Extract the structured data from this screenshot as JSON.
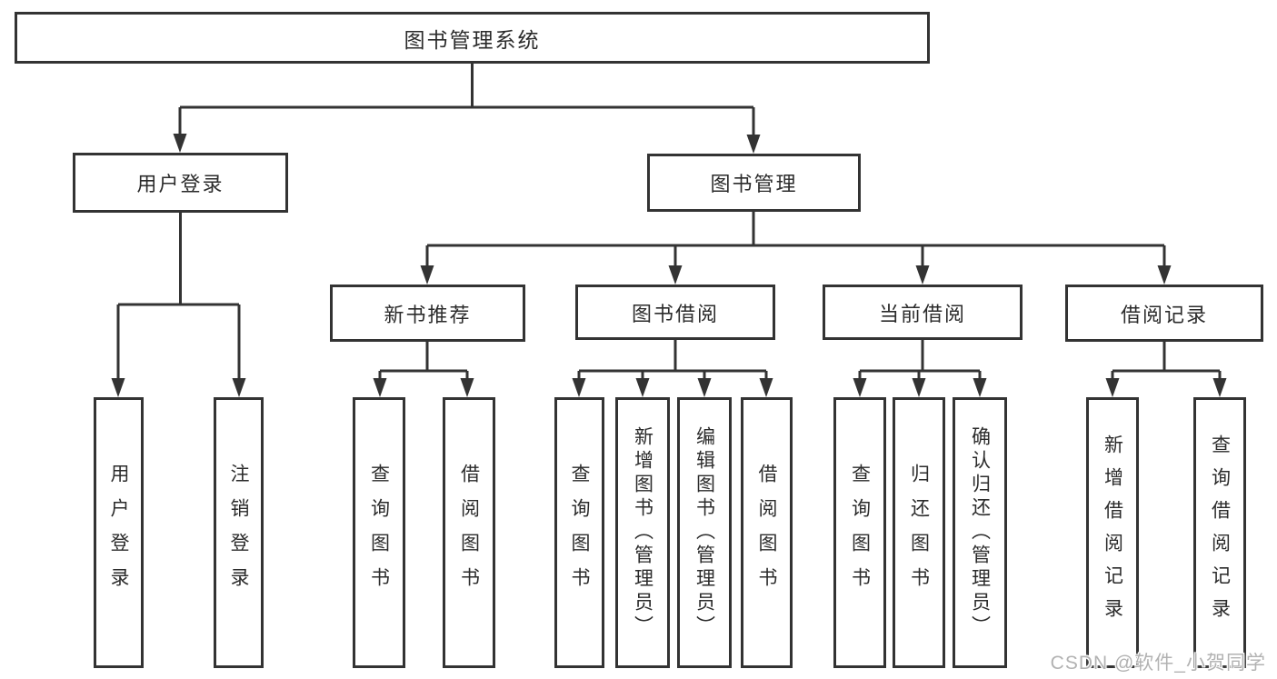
{
  "diagram_title": "图书管理系统",
  "nodes": {
    "root": {
      "label": "图书管理系统"
    },
    "user_login": {
      "label": "用户登录"
    },
    "book_mgmt": {
      "label": "图书管理"
    },
    "new_book_rec": {
      "label": "新书推荐"
    },
    "book_borrow": {
      "label": "图书借阅"
    },
    "current_borrow": {
      "label": "当前借阅"
    },
    "borrow_record": {
      "label": "借阅记录"
    },
    "leaf_user_login": {
      "label": "用户登录"
    },
    "leaf_logout": {
      "label": "注销登录"
    },
    "leaf_query_book_1": {
      "label": "查询图书"
    },
    "leaf_borrow_book_1": {
      "label": "借阅图书"
    },
    "leaf_query_book_2": {
      "label": "查询图书"
    },
    "leaf_add_book": {
      "label": "新增图书（管理员）"
    },
    "leaf_edit_book": {
      "label": "编辑图书（管理员）"
    },
    "leaf_borrow_book_2": {
      "label": "借阅图书"
    },
    "leaf_query_book_3": {
      "label": "查询图书"
    },
    "leaf_return_book": {
      "label": "归还图书"
    },
    "leaf_confirm_return": {
      "label": "确认归还（管理员）"
    },
    "leaf_add_record": {
      "label": "新增借阅记录"
    },
    "leaf_query_record": {
      "label": "查询借阅记录"
    }
  },
  "edges": [
    {
      "from": "root",
      "to": "user_login"
    },
    {
      "from": "root",
      "to": "book_mgmt"
    },
    {
      "from": "user_login",
      "to": "leaf_user_login"
    },
    {
      "from": "user_login",
      "to": "leaf_logout"
    },
    {
      "from": "book_mgmt",
      "to": "new_book_rec"
    },
    {
      "from": "book_mgmt",
      "to": "book_borrow"
    },
    {
      "from": "book_mgmt",
      "to": "current_borrow"
    },
    {
      "from": "book_mgmt",
      "to": "borrow_record"
    },
    {
      "from": "new_book_rec",
      "to": "leaf_query_book_1"
    },
    {
      "from": "new_book_rec",
      "to": "leaf_borrow_book_1"
    },
    {
      "from": "book_borrow",
      "to": "leaf_query_book_2"
    },
    {
      "from": "book_borrow",
      "to": "leaf_add_book"
    },
    {
      "from": "book_borrow",
      "to": "leaf_edit_book"
    },
    {
      "from": "book_borrow",
      "to": "leaf_borrow_book_2"
    },
    {
      "from": "current_borrow",
      "to": "leaf_query_book_3"
    },
    {
      "from": "current_borrow",
      "to": "leaf_return_book"
    },
    {
      "from": "current_borrow",
      "to": "leaf_confirm_return"
    },
    {
      "from": "borrow_record",
      "to": "leaf_add_record"
    },
    {
      "from": "borrow_record",
      "to": "leaf_query_record"
    }
  ],
  "watermark": {
    "text": "CSDN @软件_小贺同学"
  },
  "colors": {
    "line": "#333333",
    "text": "#2b2b2b",
    "watermark": "#b2b2b2",
    "background": "#ffffff"
  }
}
